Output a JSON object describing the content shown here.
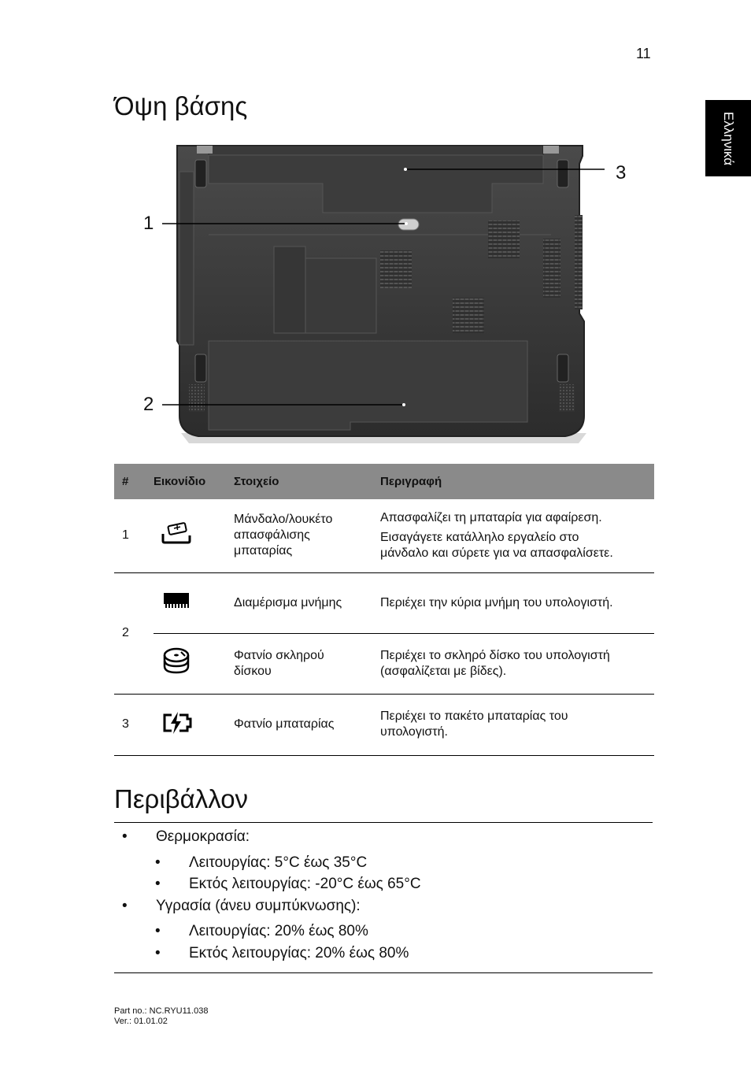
{
  "page_number": "11",
  "side_tab": "Ελληνικά",
  "section_base": {
    "title": "Όψη βάσης",
    "callouts": [
      "1",
      "2",
      "3"
    ]
  },
  "table": {
    "headers": [
      "#",
      "Εικονίδιο",
      "Στοιχείο",
      "Περιγραφή"
    ],
    "rows": [
      {
        "num": "1",
        "icon": "battery-lock-icon",
        "item": [
          "Μάνδαλο/λουκέτο",
          "απασφάλισης",
          "μπαταρίας"
        ],
        "desc": [
          "Απασφαλίζει τη μπαταρία για αφαίρεση."
        ],
        "desc2": [
          "Εισαγάγετε κατάλληλο εργαλείο στο",
          "μάνδαλο και σύρετε για να απασφαλίσετε."
        ]
      },
      {
        "num": "2",
        "icon": "memory-module-icon",
        "item": [
          "Διαμέρισμα μνήμης"
        ],
        "desc": [
          "Περιέχει την κύρια μνήμη του υπολογιστή."
        ]
      },
      {
        "num": "",
        "icon": "hard-disk-icon",
        "item": [
          "Φατνίο σκληρού",
          "δίσκου"
        ],
        "desc": [
          "Περιέχει το σκληρό δίσκο του υπολογιστή",
          "(ασφαλίζεται με βίδες)."
        ]
      },
      {
        "num": "3",
        "icon": "battery-charge-icon",
        "item": [
          "Φατνίο μπαταρίας"
        ],
        "desc": [
          "Περιέχει το πακέτο μπαταρίας του",
          "υπολογιστή."
        ]
      }
    ]
  },
  "section_env": {
    "title": "Περιβάλλον",
    "items": [
      {
        "level": 1,
        "text": "Θερμοκρασία:"
      },
      {
        "level": 2,
        "text": "Λειτουργίας: 5°C έως 35°C"
      },
      {
        "level": 2,
        "text": "Εκτός λειτουργίας: -20°C έως 65°C"
      },
      {
        "level": 1,
        "text": "Υγρασία (άνευ συμπύκνωσης):"
      },
      {
        "level": 2,
        "text": "Λειτουργίας: 20% έως 80%"
      },
      {
        "level": 2,
        "text": "Εκτός λειτουργίας: 20% έως 80%"
      }
    ]
  },
  "footer": {
    "part_no": "Part no.: NC.RYU11.038",
    "ver": "Ver.: 01.01.02"
  },
  "bullet_char": "•"
}
